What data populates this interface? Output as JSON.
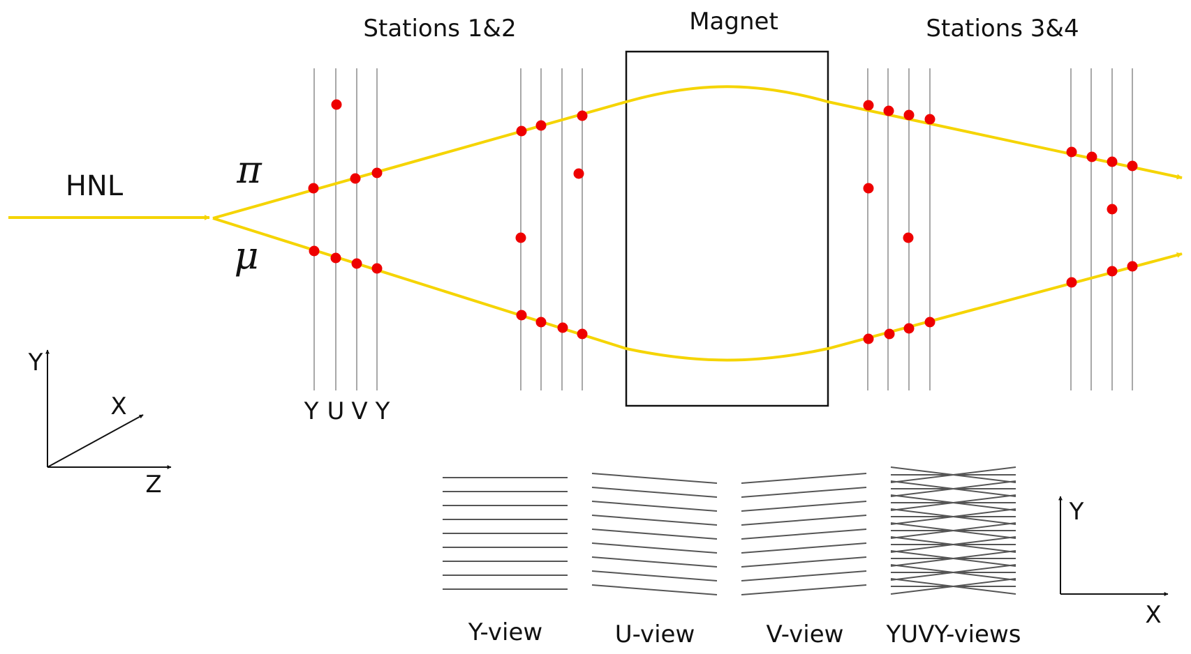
{
  "labels": {
    "stations12": "Stations 1&2",
    "magnet": "Magnet",
    "stations34": "Stations 3&4",
    "hnl": "HNL",
    "pi": "π",
    "mu": "μ",
    "yuvy_y1": "Y",
    "yuvy_u": "U",
    "yuvy_v": "V",
    "yuvy_y2": "Y"
  },
  "axes3d": {
    "y": "Y",
    "x": "X",
    "z": "Z"
  },
  "axes2d": {
    "y": "Y",
    "x": "X"
  },
  "views": [
    {
      "label": "Y-view"
    },
    {
      "label": "U-view"
    },
    {
      "label": "V-view"
    },
    {
      "label": "YUVY-views"
    }
  ],
  "colors": {
    "track": "#f5d400",
    "hit": "#ee0000",
    "wire": "#a8a8a8",
    "strip": "#555555",
    "ink": "#111111"
  }
}
